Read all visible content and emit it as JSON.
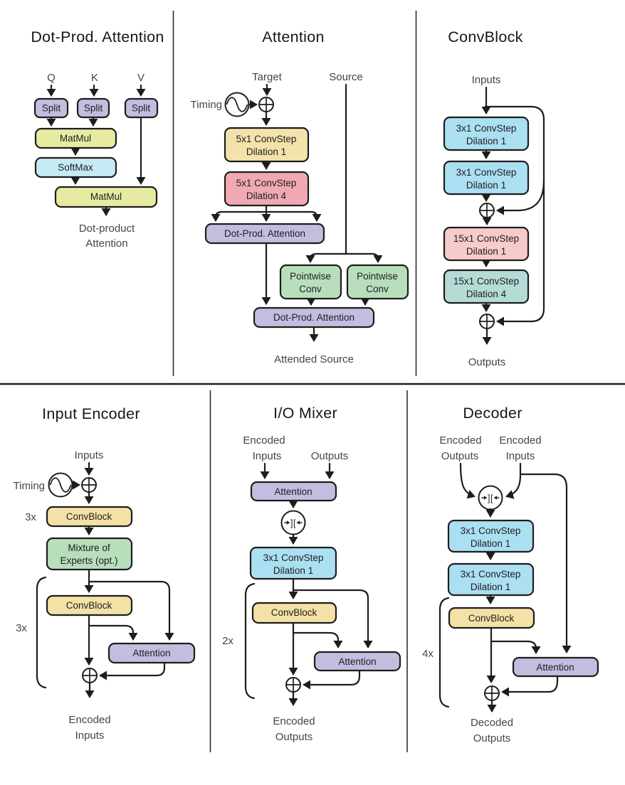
{
  "glyphs": {
    "concat": "]["
  },
  "colors": {
    "purple": "#c3bde0",
    "yellow": "#e7eba2",
    "cyan": "#c6eaf3",
    "tan": "#f3e2ab",
    "pink": "#f0a9b3",
    "lightpink": "#f6cbca",
    "blue": "#abdff2",
    "teal": "#b5dbd6",
    "green": "#b8debc",
    "cream": "#f4e1a6"
  },
  "panels": {
    "p1": {
      "title": "Dot-Prod. Attention",
      "q": "Q",
      "k": "K",
      "v": "V",
      "split": "Split",
      "matmul1": "MatMul",
      "softmax": "SoftMax",
      "matmul2": "MatMul",
      "out1": "Dot-product",
      "out2": "Attention"
    },
    "p2": {
      "title": "Attention",
      "target": "Target",
      "source": "Source",
      "timing": "Timing",
      "c1a": "5x1 ConvStep",
      "c1b": "Dilation 1",
      "c2a": "5x1 ConvStep",
      "c2b": "Dilation 4",
      "dpa1": "Dot-Prod. Attention",
      "pw1a": "Pointwise",
      "pw1b": "Conv",
      "pw2a": "Pointwise",
      "pw2b": "Conv",
      "dpa2": "Dot-Prod. Attention",
      "out": "Attended Source"
    },
    "p3": {
      "title": "ConvBlock",
      "input": "Inputs",
      "c1a": "3x1 ConvStep",
      "c1b": "Dilation 1",
      "c2a": "3x1 ConvStep",
      "c2b": "Dilation 1",
      "c3a": "15x1 ConvStep",
      "c3b": "Dilation 1",
      "c4a": "15x1 ConvStep",
      "c4b": "Dilation 4",
      "out": "Outputs"
    },
    "p4": {
      "title": "Input Encoder",
      "input": "Inputs",
      "timing": "Timing",
      "rep1": "3x",
      "cb1": "ConvBlock",
      "moe1": "Mixture of",
      "moe2": "Experts (opt.)",
      "rep2": "3x",
      "cb2": "ConvBlock",
      "attn": "Attention",
      "out1": "Encoded",
      "out2": "Inputs"
    },
    "p5": {
      "title": "I/O Mixer",
      "in1a": "Encoded",
      "in1b": "Inputs",
      "in2": "Outputs",
      "attn1": "Attention",
      "c1a": "3x1 ConvStep",
      "c1b": "Dilation 1",
      "rep": "2x",
      "cb": "ConvBlock",
      "attn2": "Attention",
      "out1": "Encoded",
      "out2": "Outputs"
    },
    "p6": {
      "title": "Decoder",
      "in1a": "Encoded",
      "in1b": "Outputs",
      "in2a": "Encoded",
      "in2b": "Inputs",
      "c1a": "3x1 ConvStep",
      "c1b": "Dilation 1",
      "c2a": "3x1 ConvStep",
      "c2b": "Dilation 1",
      "cb": "ConvBlock",
      "rep": "4x",
      "attn": "Attention",
      "out1": "Decoded",
      "out2": "Outputs"
    }
  }
}
